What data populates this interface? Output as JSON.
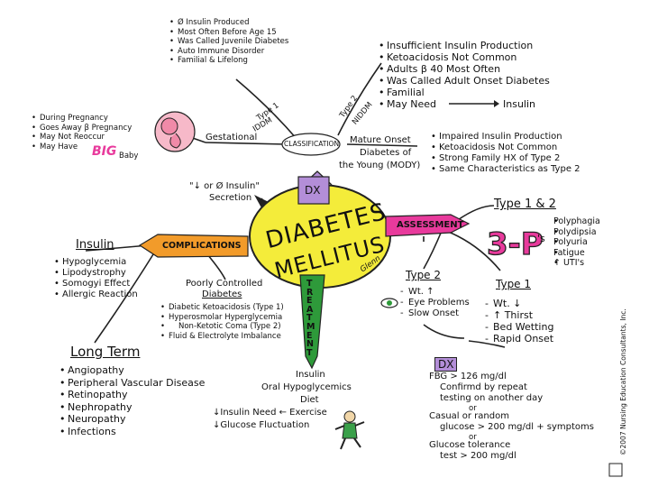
{
  "center": {
    "line1": "DIABETES",
    "line2": "MELLITUS",
    "signature": "Glenn"
  },
  "branches": {
    "classification": "CLASSIFICATION",
    "assessment": "ASSESSMENT",
    "complications": "COMPLICATIONS",
    "dx": "DX",
    "treatment": "TREATMENT"
  },
  "type1_top": {
    "items": [
      "Ø Insulin Produced",
      "Most Often Before Age 15",
      "Was Called Juvenile Diabetes",
      "Auto Immune Disorder",
      "Familial & Lifelong"
    ]
  },
  "type2_top": {
    "items": [
      "Insufficient Insulin Production",
      "Ketoacidosis Not Common",
      "Adults β 40 Most Often",
      "Was Called Adult Onset Diabetes",
      "Familial",
      "May Need"
    ],
    "insulin": "Insulin"
  },
  "classification_labels": {
    "type1": "Type 1",
    "iddm": "IDDM",
    "type2": "Type 2",
    "niddm": "NIDDM",
    "gestational": "Gestational",
    "mature_onset": "Mature Onset",
    "diabetes_of": "Diabetes of",
    "mody": "the Young (MODY)"
  },
  "gestational": {
    "items": [
      "During Pregnancy",
      "Goes Away β Pregnancy",
      "May Not Reoccur",
      "May Have"
    ],
    "big": "BIG",
    "baby": "Baby"
  },
  "mody": {
    "items": [
      "Impaired Insulin Production",
      "Ketoacidosis Not Common",
      "Strong Family HX of Type 2",
      "Same Characteristics as Type 2"
    ]
  },
  "dx_top": {
    "line1": "\"↓ or Ø Insulin\"",
    "line2": "Secretion"
  },
  "assessment": {
    "title": "Type 1 & 2",
    "three_ps": "3-P",
    "super": "'s",
    "items": [
      "Polyphagia",
      "Polydipsia",
      "Polyuria",
      "Fatigue",
      "↑ UTI's"
    ]
  },
  "insulin_comp": {
    "title": "Insulin",
    "items": [
      "Hypoglycemia",
      "Lipodystrophy",
      "Somogyi Effect",
      "Allergic Reaction"
    ]
  },
  "poorly": {
    "title1": "Poorly Controlled",
    "title2": "Diabetes",
    "items": [
      "Diabetic Ketoacidosis (Type 1)",
      "Hyperosmolar Hyperglycemia",
      "Non-Ketotic Coma (Type 2)",
      "Fluid & Electrolyte Imbalance"
    ]
  },
  "long_term": {
    "title": "Long Term",
    "items": [
      "Angiopathy",
      "Peripheral Vascular Disease",
      "Retinopathy",
      "Nephropathy",
      "Neuropathy",
      "Infections"
    ]
  },
  "type2_assess": {
    "title": "Type 2",
    "items": [
      "Wt. ↑",
      "Eye Problems",
      "Slow Onset"
    ]
  },
  "type1_assess": {
    "title": "Type 1",
    "items": [
      "Wt. ↓",
      "↑ Thirst",
      "Bed Wetting",
      "Rapid Onset"
    ]
  },
  "dx_bottom": {
    "label": "DX",
    "lines": [
      "FBG > 126 mg/dl",
      "Confirmd by repeat",
      "testing on another day",
      "or",
      "Casual or random",
      "glucose > 200 mg/dl + symptoms",
      "or",
      "Glucose tolerance",
      "test > 200 mg/dl"
    ]
  },
  "treatment": {
    "lines": [
      "Insulin",
      "Oral Hypoglycemics",
      "Diet",
      "↓Insulin Need  ← Exercise",
      "↓Glucose Fluctuation"
    ]
  },
  "copyright": "©2007 Nursing Education Consultants, Inc.",
  "colors": {
    "yellow": "#f4ec3a",
    "purple": "#b38ed8",
    "pink": "#e83a9c",
    "orange": "#f29b2a",
    "green": "#2e9a3a",
    "line": "#222222"
  }
}
